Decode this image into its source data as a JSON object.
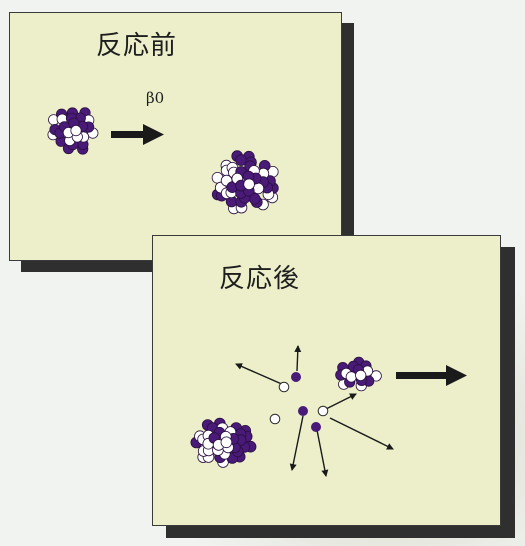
{
  "panels": {
    "before": {
      "title": "反応前",
      "beam_label": "β0"
    },
    "after": {
      "title": "反応後"
    }
  },
  "colors": {
    "panel_fill": "#ecefca",
    "proton": "#4a1a78",
    "neutron": "#ffffff",
    "shadow": "#2f2f2f",
    "arrow": "#1a1a1a"
  }
}
